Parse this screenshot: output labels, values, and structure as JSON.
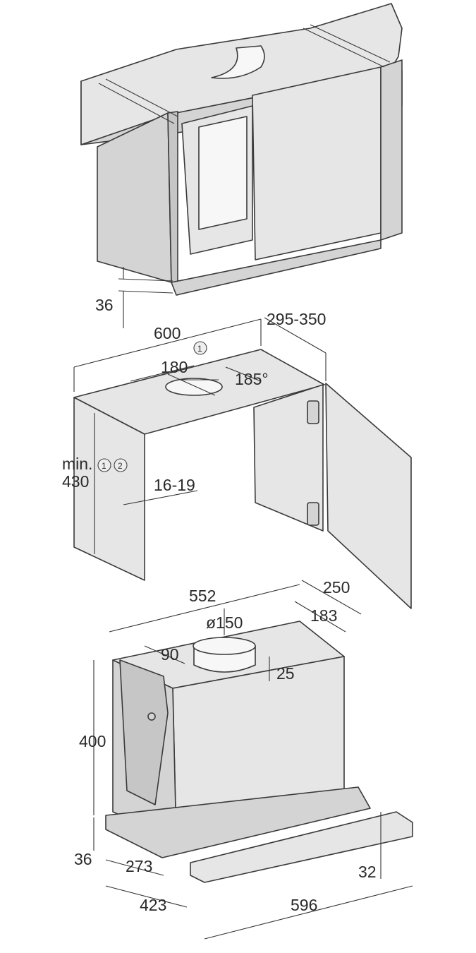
{
  "diagram": {
    "top": {
      "dim_plinth": "36"
    },
    "middle": {
      "dim_width": "600",
      "dim_depth": "295-350",
      "dim_cutout": "180",
      "dim_cutout_mark": "1",
      "dim_angle": "185°",
      "dim_height_line1": "min.",
      "dim_height_line2": "430",
      "dim_height_mark1": "1",
      "dim_height_mark2": "2",
      "dim_panel": "16-19"
    },
    "bottom": {
      "dim_width": "552",
      "dim_depth": "250",
      "dim_depth_inner": "183",
      "dim_duct": "ø150",
      "dim_offset": "90",
      "dim_duct_offset": "25",
      "dim_height": "400",
      "dim_plinth": "36",
      "dim_depth_front": "273",
      "dim_depth_total": "423",
      "dim_panel_width": "596",
      "dim_panel_height": "32"
    }
  }
}
